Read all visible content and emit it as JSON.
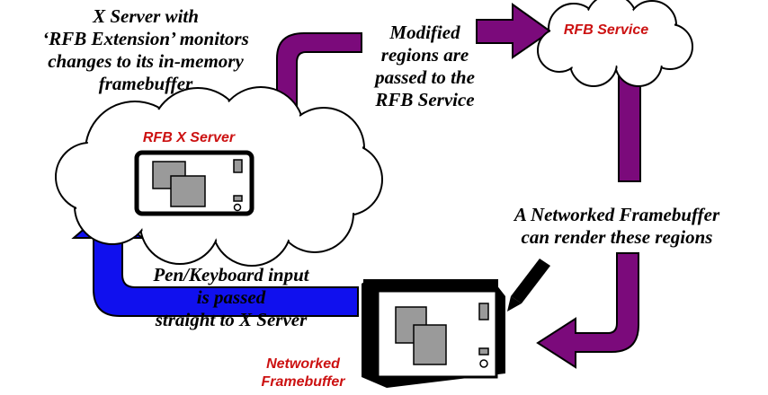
{
  "colors": {
    "flow_arrow": "#7b0a7b",
    "input_arrow": "#1010ee",
    "component_label": "#cc1111",
    "screen_panel": "#9a9a9a"
  },
  "notes": {
    "x_server_monitors": [
      "X Server with",
      "‘RFB Extension’ monitors",
      "changes to its in-memory",
      "framebuffer"
    ],
    "modified_regions": [
      "Modified",
      "regions are",
      "passed to the",
      "RFB Service"
    ],
    "networked_render": [
      "A Networked Framebuffer",
      "can render these regions"
    ],
    "pen_keyboard_input": [
      "Pen/Keyboard input",
      "is passed",
      "straight to X Server"
    ]
  },
  "components": {
    "rfb_service": "RFB Service",
    "rfb_x_server": "RFB X Server",
    "networked_framebuffer": [
      "Networked",
      "Framebuffer"
    ]
  },
  "icons": [
    "cloud-icon",
    "framebuffer-screen-icon",
    "tablet-device-icon",
    "stylus-pen-icon"
  ]
}
